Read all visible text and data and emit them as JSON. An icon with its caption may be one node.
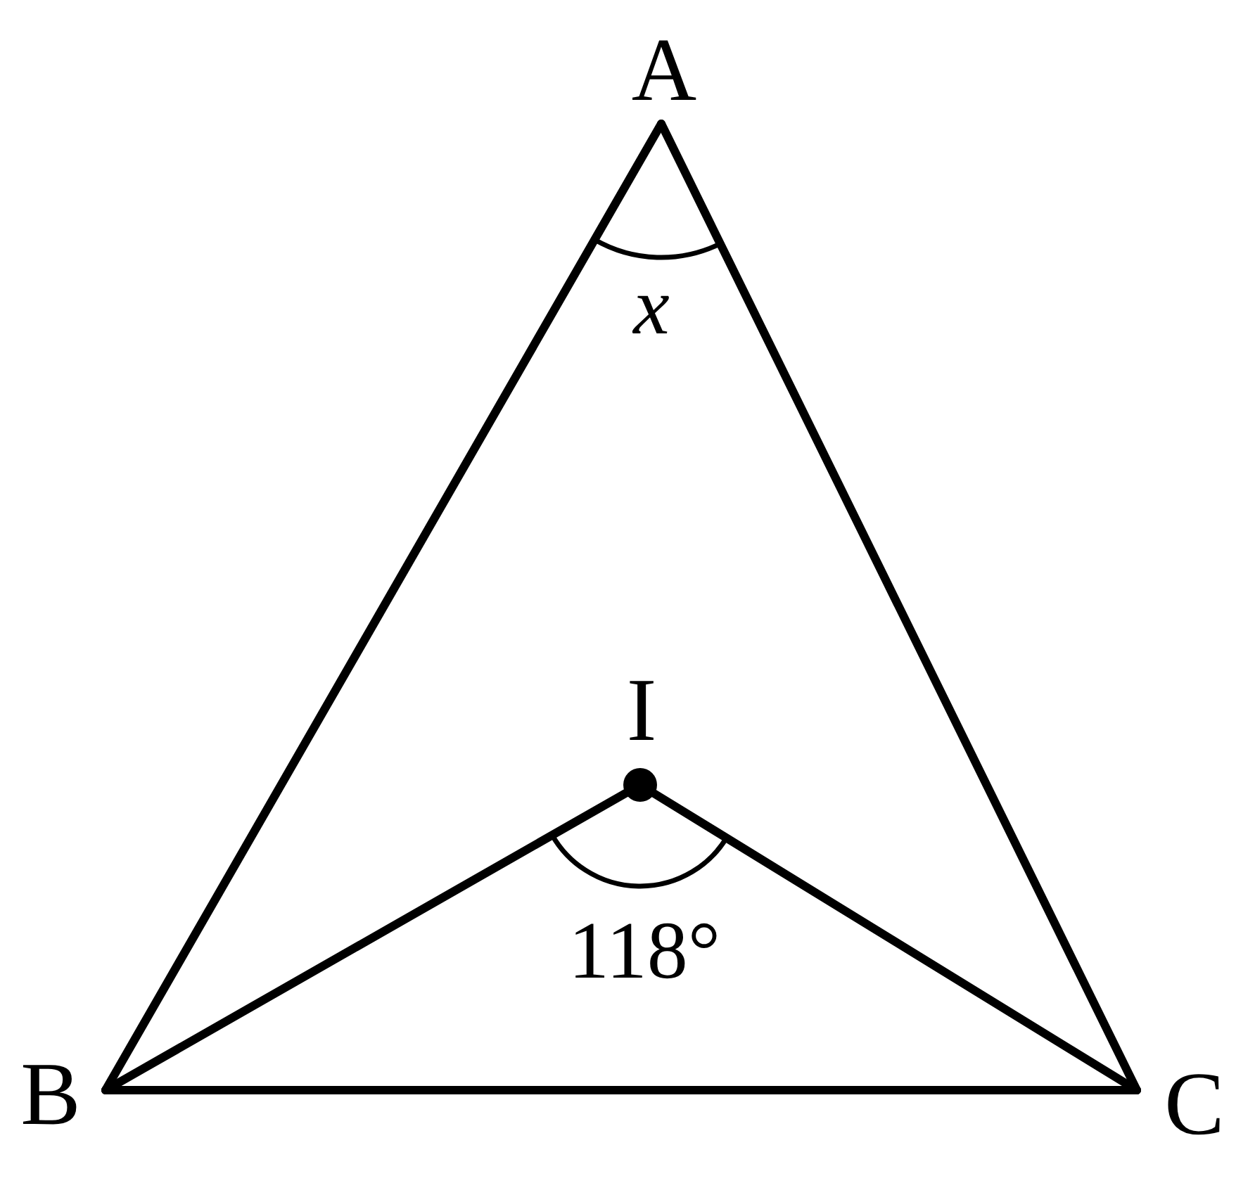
{
  "diagram": {
    "nodes": [
      {
        "text": [
          "A"
        ]
      },
      {
        "text": [
          "B"
        ]
      },
      {
        "text": [
          "C"
        ]
      },
      {
        "text": [
          "I"
        ]
      }
    ],
    "edges": [
      {
        "from": 0,
        "to": 1,
        "arrow": "none"
      },
      {
        "from": 0,
        "to": 2,
        "arrow": "none"
      },
      {
        "from": 1,
        "to": 2,
        "arrow": "none"
      },
      {
        "from": 1,
        "to": 3,
        "arrow": "none"
      },
      {
        "from": 3,
        "to": 2,
        "arrow": "none"
      }
    ],
    "labels": [
      "x",
      "118°"
    ]
  }
}
